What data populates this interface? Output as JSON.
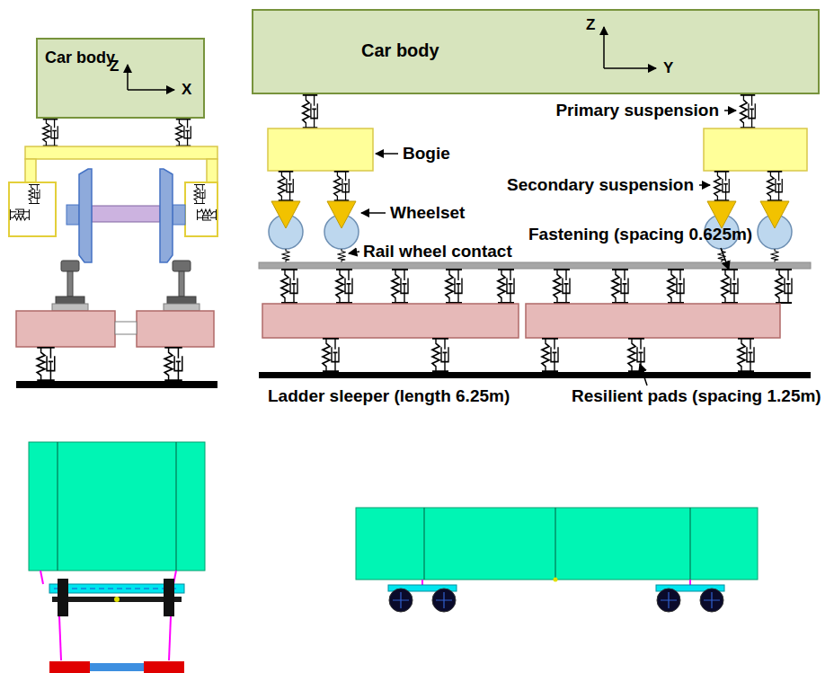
{
  "diagram": {
    "nodes": [
      {
        "text": [
          "Car body",
          "Z",
          "X"
        ]
      },
      {
        "text": [
          "Car body",
          "Z",
          "Y"
        ]
      }
    ],
    "labels": [
      "Primary suspension",
      "Bogie",
      "Secondary suspension",
      "Wheelset",
      "Fastening (spacing 0.625m)",
      "Rail wheel contact",
      "Ladder sleeper (length 6.25m)",
      "Resilient pads (spacing 1.25m)"
    ]
  }
}
